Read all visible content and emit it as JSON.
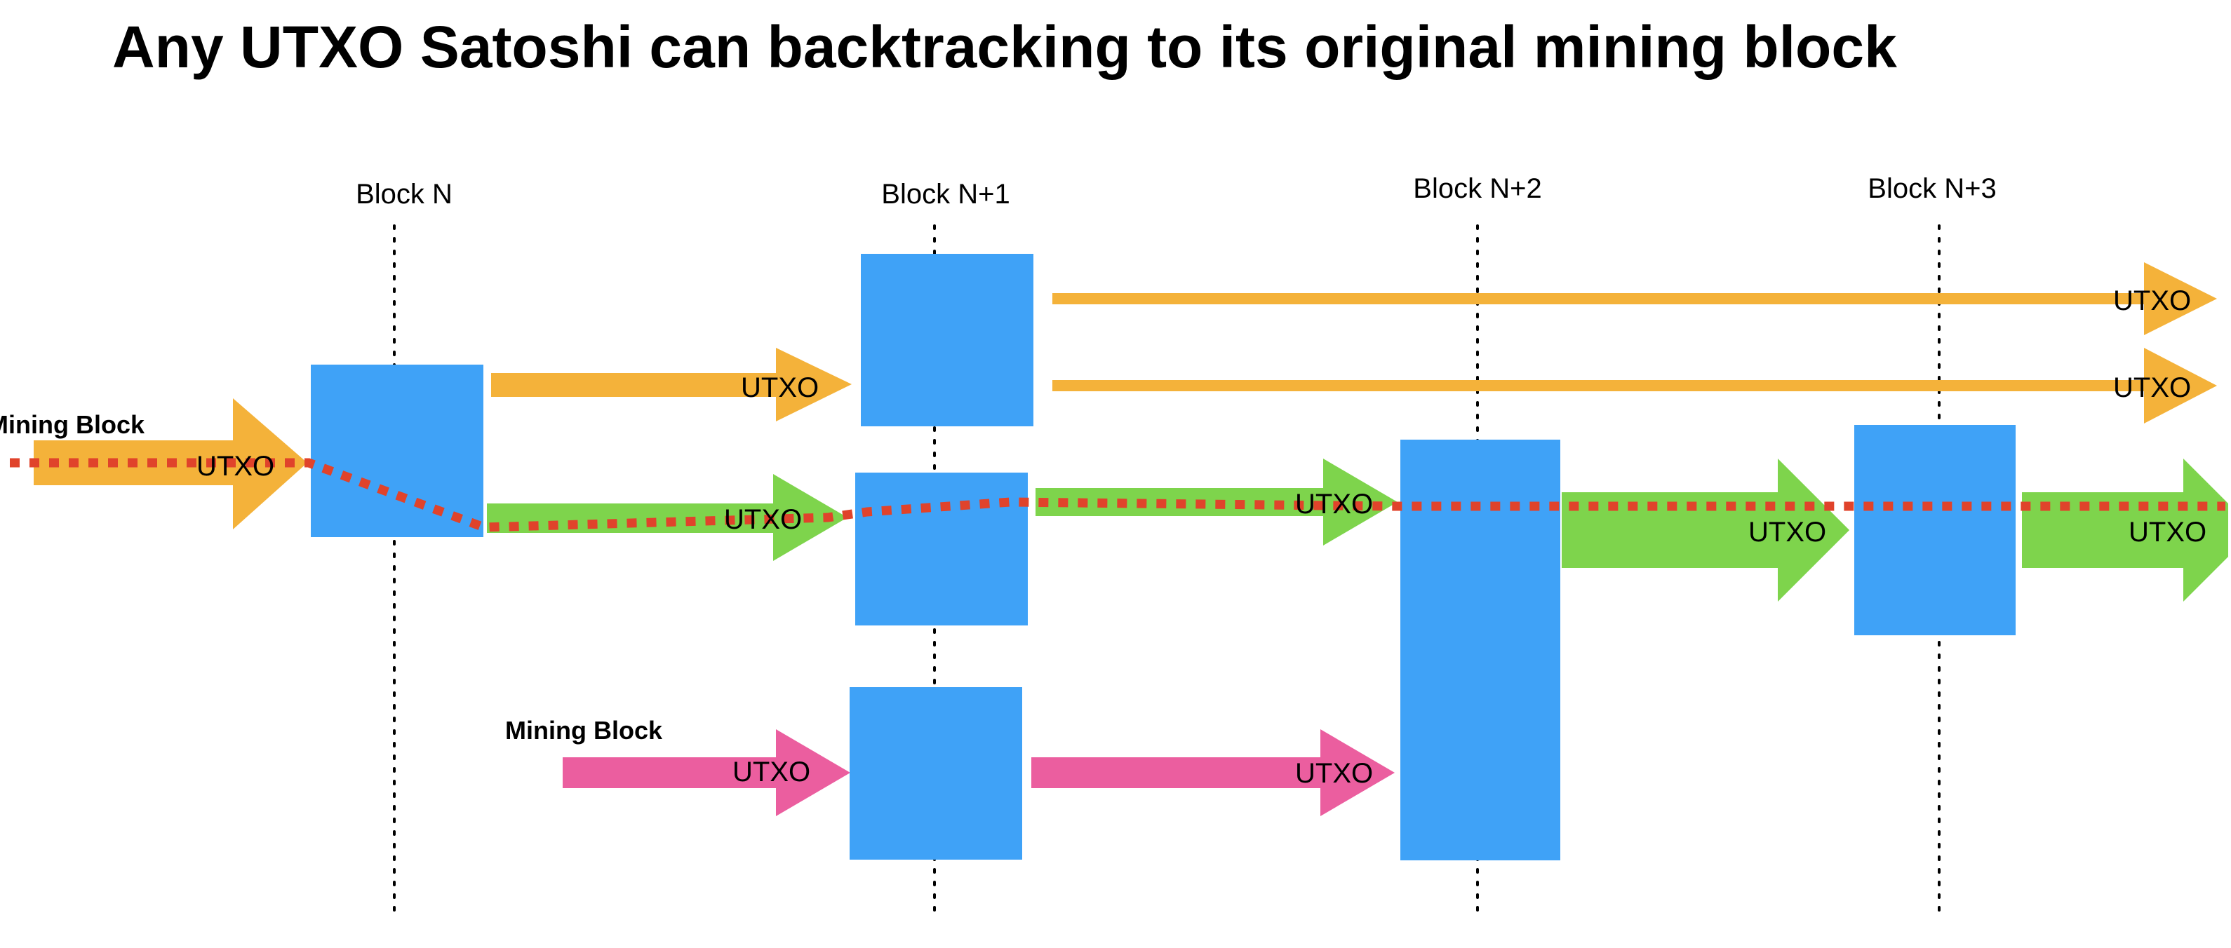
{
  "title": "Any UTXO Satoshi can backtracking to its original mining block",
  "blocks": {
    "n": "Block N",
    "n1": "Block N+1",
    "n2": "Block N+2",
    "n3": "Block N+3"
  },
  "utxo_label": "UTXO",
  "mining_label": "Mining Block",
  "colors": {
    "block": "#3fa2f7",
    "orange": "#f4b23a",
    "green": "#7ed44c",
    "pink": "#eb5e9f",
    "trace": "#e0432b"
  }
}
